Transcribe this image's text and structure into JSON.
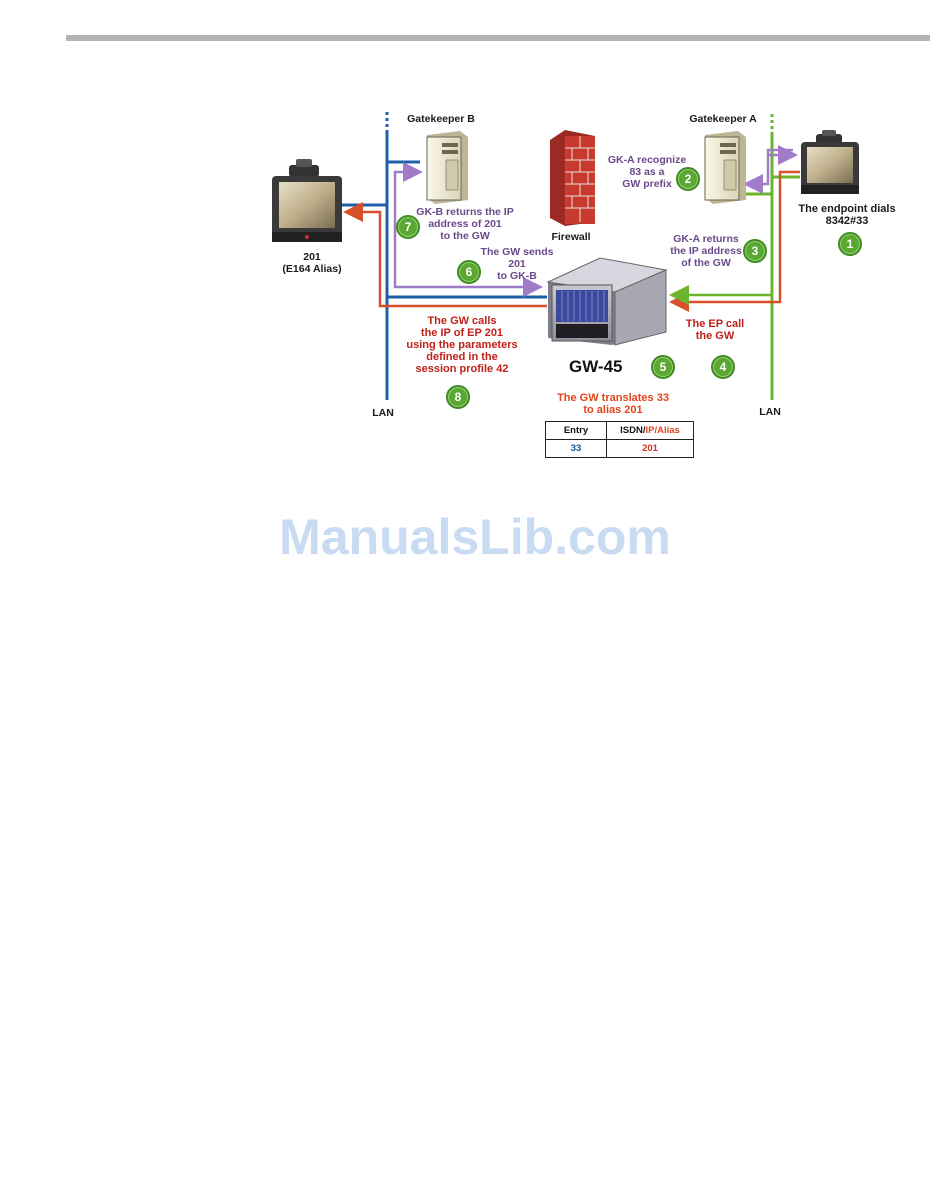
{
  "diagram": {
    "gatekeeper_b_label": "Gatekeeper B",
    "gatekeeper_a_label": "Gatekeeper A",
    "firewall_label": "Firewall",
    "endpoint_201_label": "201\n(E164 Alias)",
    "endpoint_dialer_label": "The endpoint dials\n8342#33",
    "gateway_label": "GW-45",
    "lan_left_label": "LAN",
    "lan_right_label": "LAN",
    "steps": [
      {
        "num": "1",
        "text": "The endpoint dials\n8342#33"
      },
      {
        "num": "2",
        "text": "GK-A recognize\n83 as a\nGW prefix"
      },
      {
        "num": "3",
        "text": "GK-A returns\nthe IP address\nof the GW"
      },
      {
        "num": "4",
        "text": "The EP call\nthe GW"
      },
      {
        "num": "5",
        "text": "The GW translates 33\nto alias 201"
      },
      {
        "num": "6",
        "text": "The GW sends\n201\nto GK-B"
      },
      {
        "num": "7",
        "text": "GK-B returns the IP\naddress of 201\nto the GW"
      },
      {
        "num": "8",
        "text": "The GW calls\nthe IP of EP 201\nusing the parameters\ndefined in the\nsession profile 42"
      }
    ],
    "table": {
      "headers": [
        "Entry",
        "ISDN/IP/Alias"
      ],
      "header_parts": [
        "ISDN/",
        "IP/Alias"
      ],
      "rows": [
        [
          "33",
          "201"
        ]
      ]
    },
    "colors": {
      "lan_left": "#1f5fa8",
      "lan_right": "#6ab42e",
      "signal_purple": "#a07cc8",
      "call_red": "#d8502a",
      "badge_green": "#5aa832"
    }
  },
  "watermark": "ManualsLib.com"
}
